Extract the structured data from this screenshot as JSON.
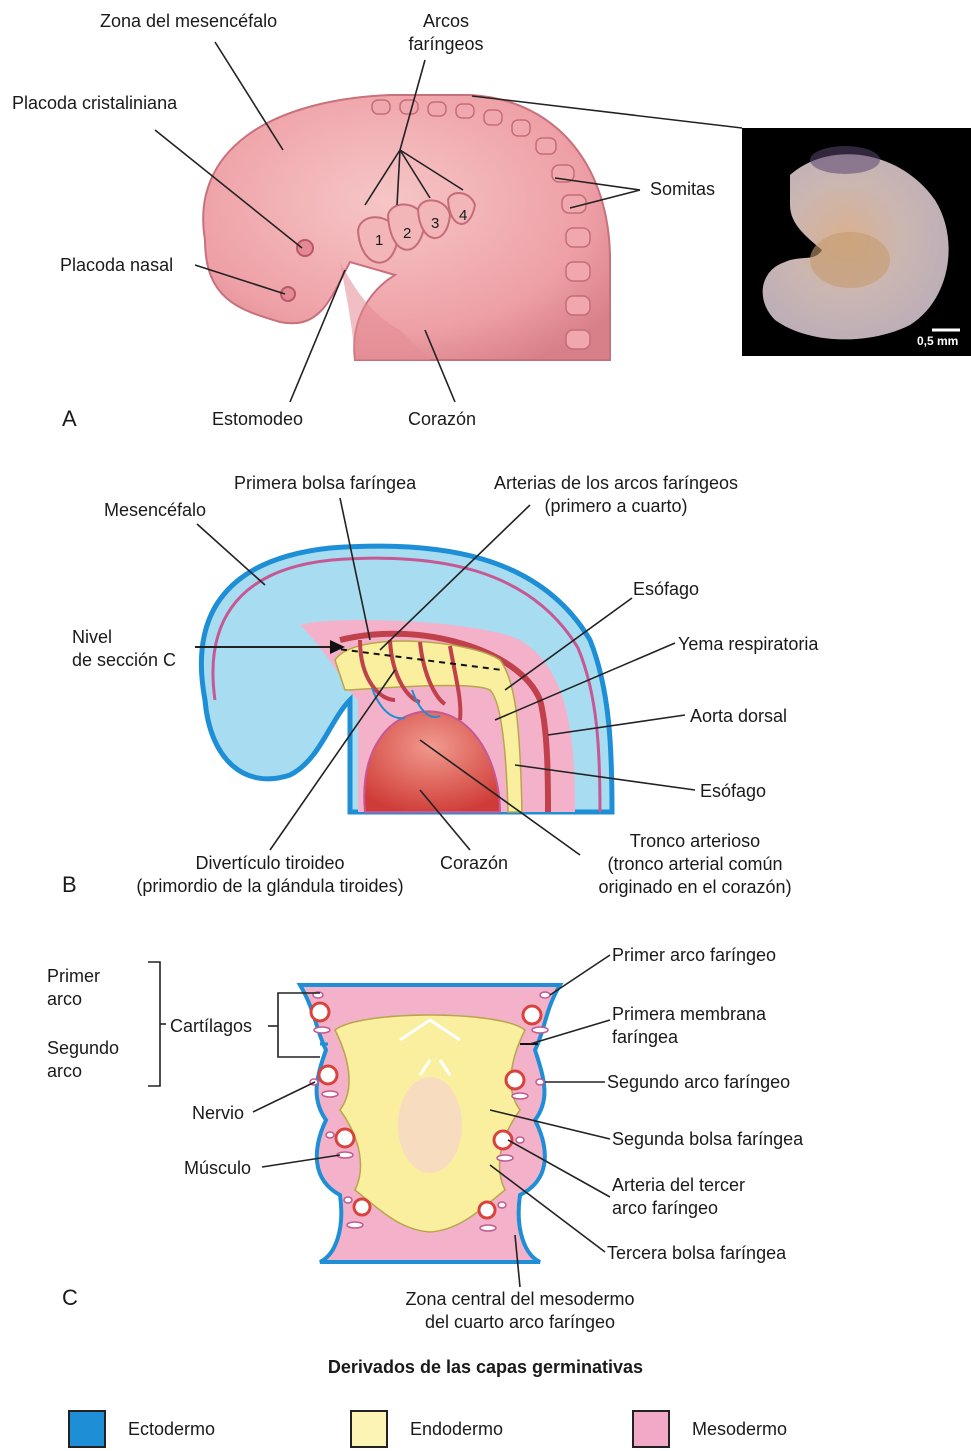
{
  "panels": {
    "a": "A",
    "b": "B",
    "c": "C"
  },
  "panel_a": {
    "zona_mesencefalo": "Zona del mesencéfalo",
    "arcos_faringeos": "Arcos\nfaríngeos",
    "placoda_cristaliniana": "Placoda cristaliniana",
    "placoda_nasal": "Placoda nasal",
    "somitas": "Somitas",
    "estomodeo": "Estomodeo",
    "corazon": "Corazón",
    "arch_numbers": [
      "1",
      "2",
      "3",
      "4"
    ],
    "scale_bar": "0,5 mm"
  },
  "panel_b": {
    "mesencefalo": "Mesencéfalo",
    "primera_bolsa": "Primera bolsa faríngea",
    "arterias": "Arterias de los arcos faríngeos\n(primero a cuarto)",
    "esofago_1": "Esófago",
    "nivel_seccion": "Nivel\nde sección C",
    "yema_respiratoria": "Yema respiratoria",
    "aorta_dorsal": "Aorta dorsal",
    "esofago_2": "Esófago",
    "tronco_arterioso": "Tronco arterioso\n(tronco arterial común\noriginado en el corazón)",
    "diverticulo": "Divertículo tiroideo\n(primordio de la glándula tiroides)",
    "corazon": "Corazón"
  },
  "panel_c": {
    "primer_arco": "Primer\narco",
    "segundo_arco": "Segundo\narco",
    "cartilagos": "Cartílagos",
    "nervio": "Nervio",
    "musculo": "Músculo",
    "primer_arco_faringeo": "Primer arco faríngeo",
    "primera_membrana": "Primera membrana\nfaríngea",
    "segundo_arco_faringeo": "Segundo arco faríngeo",
    "segunda_bolsa": "Segunda bolsa faríngea",
    "arteria_tercer": "Arteria del tercer\narco faríngeo",
    "tercera_bolsa": "Tercera bolsa faríngea",
    "zona_central": "Zona central del mesodermo\ndel cuarto arco faríngeo"
  },
  "legend": {
    "title": "Derivados de las capas germinativas",
    "items": [
      {
        "label": "Ectodermo",
        "color": "#1e8fd6"
      },
      {
        "label": "Endodermo",
        "color": "#fbf4b4"
      },
      {
        "label": "Mesodermo",
        "color": "#f2a9c8"
      }
    ]
  },
  "colors": {
    "embryo_skin": "#eea0a6",
    "ectoderm_fill": "#a7dcf1",
    "mesoderm_fill": "#f4b2ca",
    "endoderm_fill": "#f9ef9f",
    "artery": "#c0404c",
    "heart": "#d9433e"
  }
}
